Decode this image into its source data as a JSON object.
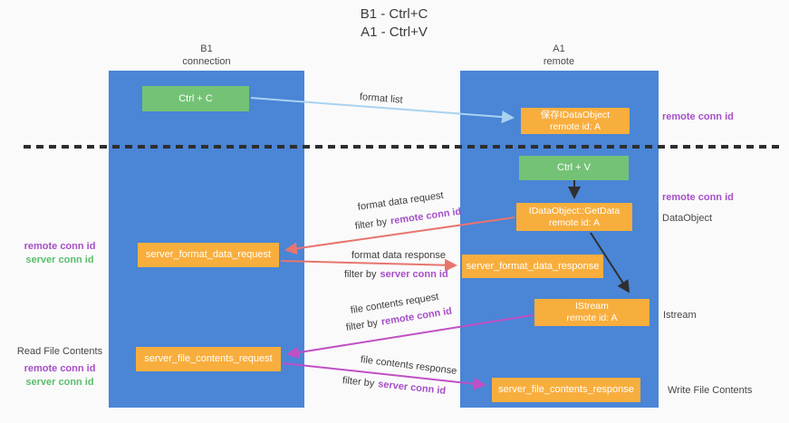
{
  "title": {
    "line1": "B1 - Ctrl+C",
    "line2": "A1 - Ctrl+V"
  },
  "lanes": {
    "b1": {
      "name": "B1",
      "subtitle": "connection"
    },
    "a1": {
      "name": "A1",
      "subtitle": "remote"
    }
  },
  "nodes": {
    "ctrl_c": {
      "label": "Ctrl + C"
    },
    "ctrl_v": {
      "label": "Ctrl + V"
    },
    "save_idataobject": {
      "line1": "保存IDataObject",
      "line2": "remote id: A"
    },
    "getdata": {
      "line1": "IDataObject::GetData",
      "line2": "remote id: A"
    },
    "istream": {
      "line1": "IStream",
      "line2": "remote id: A"
    },
    "format_request": {
      "label": "server_format_data_request"
    },
    "format_response": {
      "label": "server_format_data_response"
    },
    "file_request": {
      "label": "server_file_contents_request"
    },
    "file_response": {
      "label": "server_file_contents_response"
    }
  },
  "edge_labels": {
    "format_list": "format list",
    "format_data_request": "format data request",
    "format_data_response": "format data response",
    "file_contents_request": "file contents request",
    "file_contents_response": "file contents response",
    "filter_by": "filter by",
    "remote_conn_id": "remote conn id",
    "server_conn_id": "server conn id"
  },
  "side_labels": {
    "remote_conn_id": "remote conn id",
    "server_conn_id": "server conn id",
    "read_file_contents": "Read File Contents",
    "write_file_contents": "Write File Contents",
    "dataobject": "DataObject",
    "istream": "Istream"
  },
  "colors": {
    "bg": "#fafafa",
    "lane_blue": "#4a85d6",
    "box_orange": "#f8ae3d",
    "box_green": "#74c276",
    "arrow_blue": "#a9d2f0",
    "arrow_red": "#e7756e",
    "arrow_magenta": "#c14fc4",
    "arrow_black": "#2f2f2f",
    "text_purple": "#a64fc8",
    "text_green": "#5bbe6e",
    "text_dark": "#3d3d3d"
  }
}
